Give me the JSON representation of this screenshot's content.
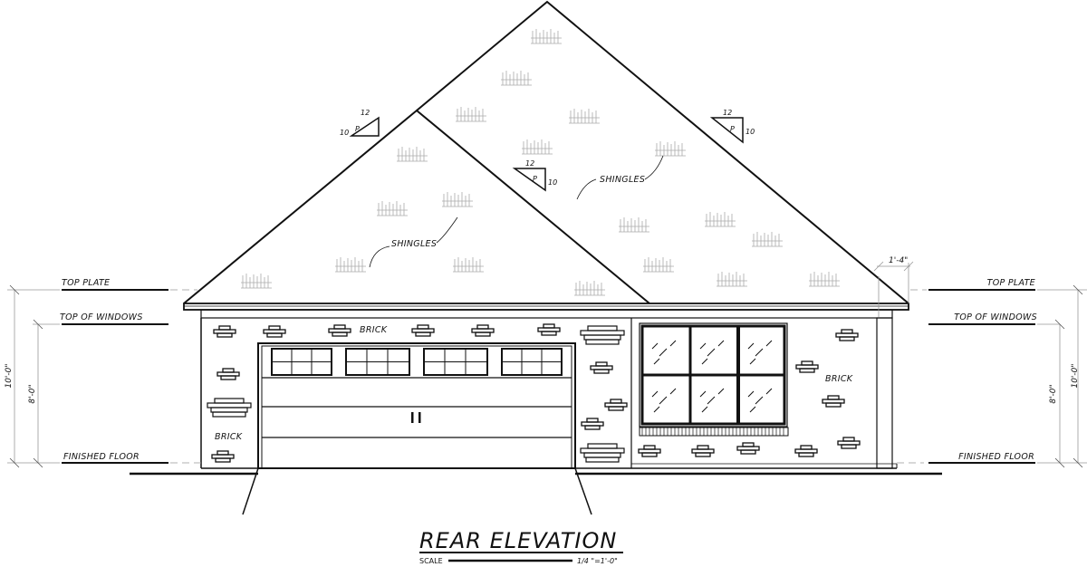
{
  "drawing": {
    "title": "REAR ELEVATION",
    "scale_label": "SCALE",
    "scale_value": "1/4 \"=1'-0\""
  },
  "levels": {
    "top_plate": "TOP PLATE",
    "top_of_windows": "TOP OF WINDOWS",
    "finished_floor": "FINISHED FLOOR"
  },
  "dimensions": {
    "overall_height": "10'-0\"",
    "window_height": "8'-0\"",
    "overhang": "1'-4\""
  },
  "notes": {
    "shingles": "SHINGLES",
    "brick": "BRICK"
  },
  "pitch": {
    "run": "12",
    "rise": "10",
    "symbol": "P"
  },
  "colors": {
    "line": "#111111",
    "dim_line": "#999999"
  }
}
